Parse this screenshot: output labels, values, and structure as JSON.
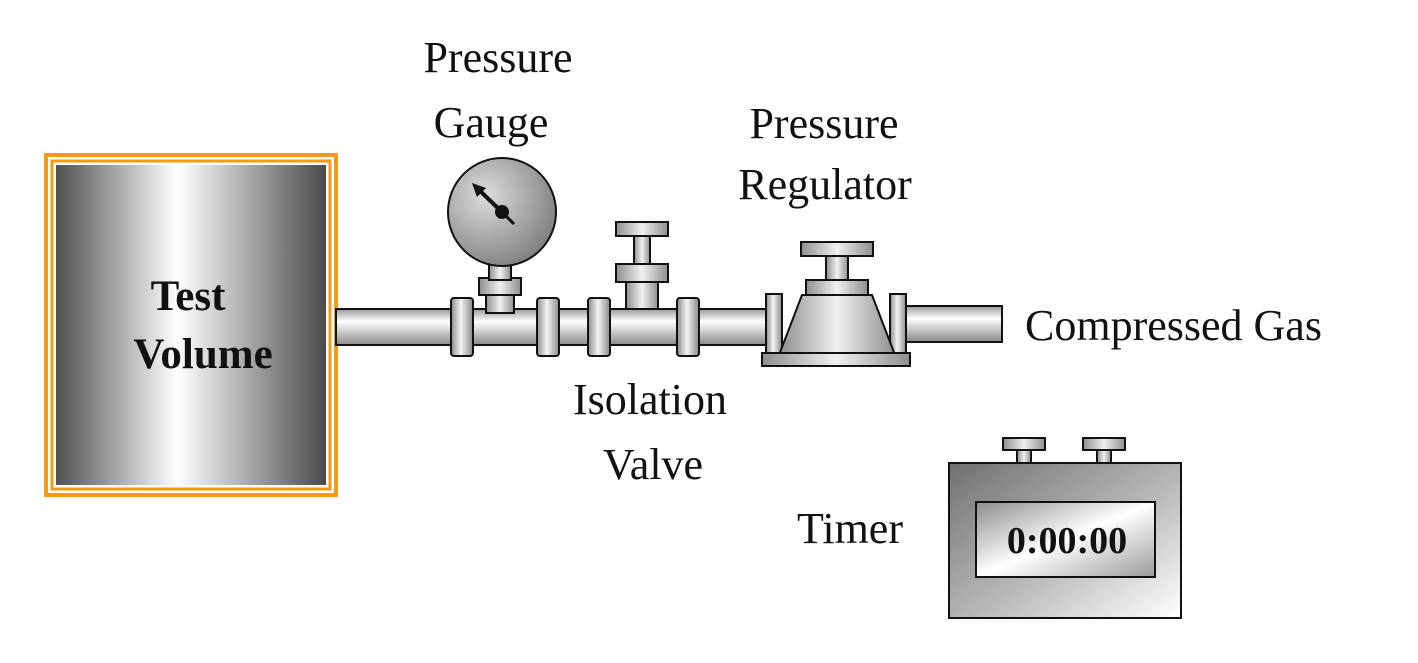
{
  "test_volume": {
    "line1": "Test",
    "line2": "Volume",
    "frame_color": "#f29a1a"
  },
  "pressure_gauge": {
    "line1": "Pressure",
    "line2": "Gauge"
  },
  "pressure_regulator": {
    "line1": "Pressure",
    "line2": "Regulator"
  },
  "isolation_valve": {
    "line1": "Isolation",
    "line2": "Valve"
  },
  "compressed_gas": {
    "label": "Compressed Gas"
  },
  "timer": {
    "label": "Timer",
    "display": "0:00:00"
  },
  "colors": {
    "outline": "#111111",
    "metal_light": "#ffffff",
    "metal_dark": "#555555"
  }
}
